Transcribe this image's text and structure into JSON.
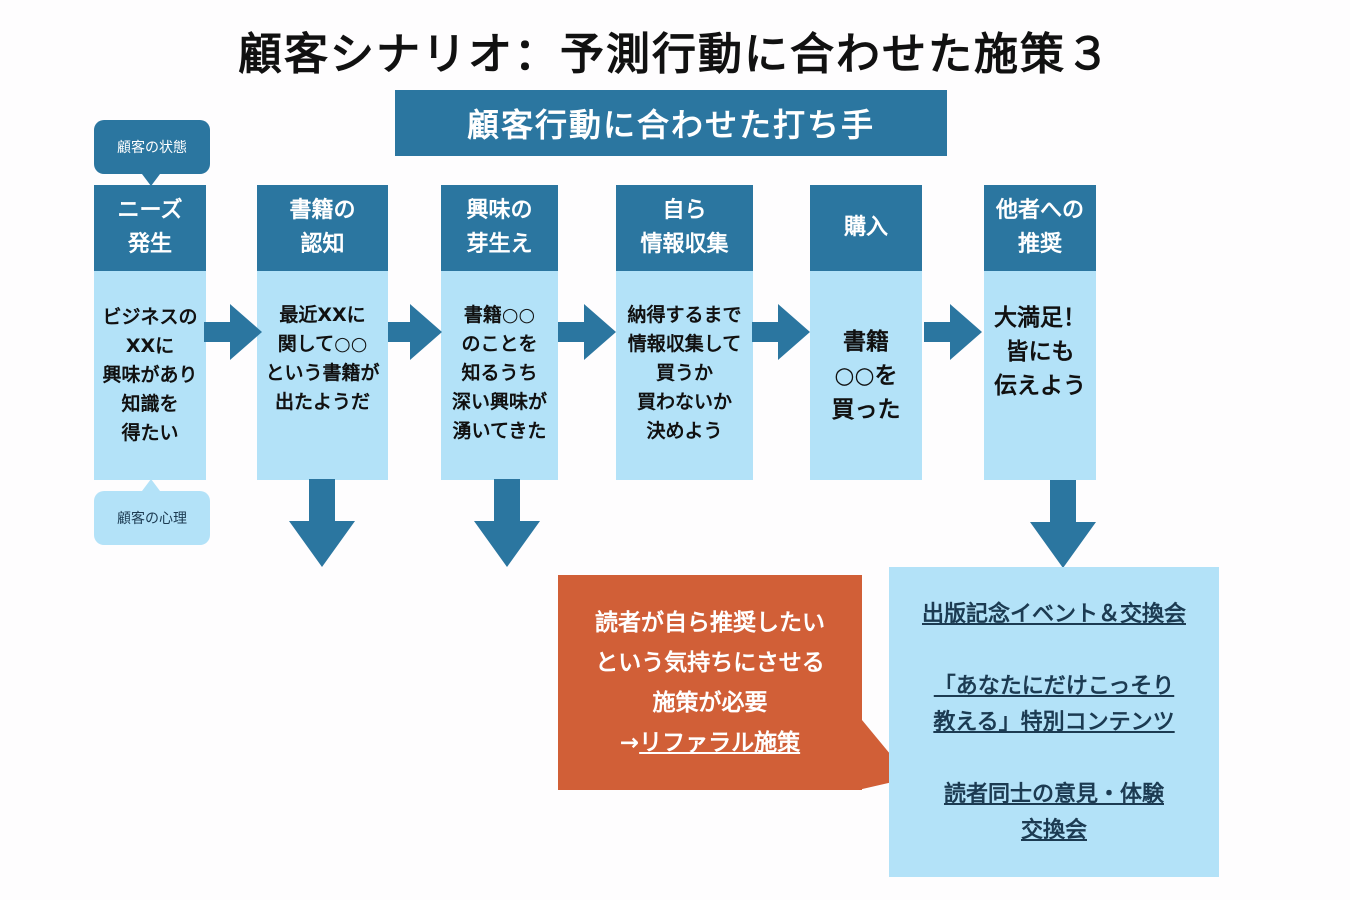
{
  "title": "顧客シナリオ：予測行動に合わせた施策３",
  "banner": "顧客行動に合わせた打ち手",
  "bubbles": {
    "state": "顧客の状態",
    "mind": "顧客の心理"
  },
  "stages": [
    {
      "head": "ニーズ\n発生",
      "body": "ビジネスの\nXXに\n興味があり\n知識を\n得たい"
    },
    {
      "head": "書籍の\n認知",
      "body": "最近XXに\n関して○○\nという書籍が\n出たようだ"
    },
    {
      "head": "興味の\n芽生え",
      "body": "書籍○○\nのことを\n知るうち\n深い興味が\n湧いてきた"
    },
    {
      "head": "自ら\n情報収集",
      "body": "納得するまで\n情報収集して\n買うか\n買わないか\n決めよう"
    },
    {
      "head": "購入",
      "body": "書籍\n○○を\n買った"
    },
    {
      "head": "他者への\n推奨",
      "body": "大満足！\n皆にも\n伝えよう"
    }
  ],
  "callout": {
    "line1": "読者が自ら推奨したい",
    "line2": "という気持ちにさせる",
    "line3": "施策が必要",
    "arrow_prefix": "→",
    "link": "リファラル施策"
  },
  "measures": [
    "出版記念イベント＆交換会",
    "「あなたにだけこっそり\n教える」特別コンテンツ",
    "読者同士の意見・体験\n交換会"
  ],
  "colors": {
    "dark_blue": "#2b76a0",
    "light_blue": "#b3e2f8",
    "orange": "#d15f37"
  }
}
